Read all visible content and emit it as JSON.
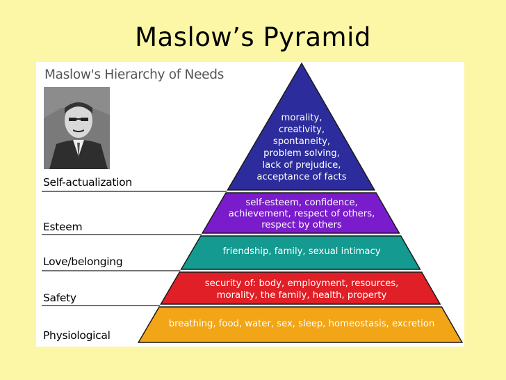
{
  "slide": {
    "title": "Maslow’s Pyramid"
  },
  "figure": {
    "heading": "Maslow's Hierarchy of Needs",
    "levels": [
      {
        "name": "Self-actualization",
        "color": "#2c2c9c",
        "lines": [
          "morality,",
          "creativity,",
          "spontaneity,",
          "problem solving,",
          "lack of prejudice,",
          "acceptance of facts"
        ]
      },
      {
        "name": "Esteem",
        "color": "#7a1ccc",
        "lines": [
          "self-esteem, confidence,",
          "achievement, respect of others,",
          "respect by others"
        ]
      },
      {
        "name": "Love/belonging",
        "color": "#149a90",
        "lines": [
          "friendship, family, sexual intimacy"
        ]
      },
      {
        "name": "Safety",
        "color": "#e01f26",
        "lines": [
          "security of: body, employment, resources,",
          "morality, the family, health, property"
        ]
      },
      {
        "name": "Physiological",
        "color": "#f2a516",
        "lines": [
          "breathing, food, water, sex, sleep, homeostasis, excretion"
        ]
      }
    ]
  }
}
